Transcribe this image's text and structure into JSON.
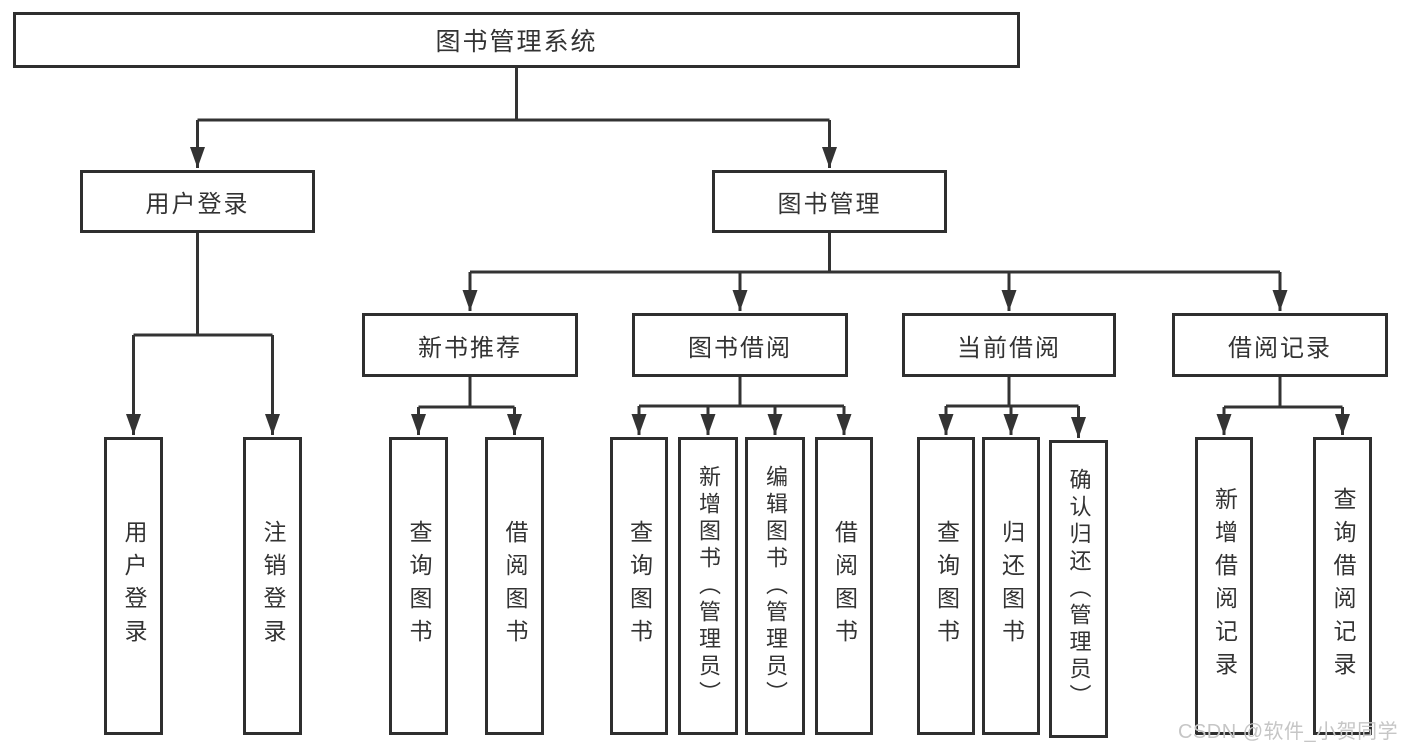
{
  "tree": {
    "root": "图书管理系统",
    "branches": [
      {
        "label": "用户登录",
        "leaves": [
          "用户登录",
          "注销登录"
        ]
      },
      {
        "label": "图书管理",
        "groups": [
          {
            "label": "新书推荐",
            "leaves": [
              "查询图书",
              "借阅图书"
            ]
          },
          {
            "label": "图书借阅",
            "leaves": [
              "查询图书",
              "新增图书（管理员）",
              "编辑图书（管理员）",
              "借阅图书"
            ]
          },
          {
            "label": "当前借阅",
            "leaves": [
              "查询图书",
              "归还图书",
              "确认归还（管理员）"
            ]
          },
          {
            "label": "借阅记录",
            "leaves": [
              "新增借阅记录",
              "查询借阅记录"
            ]
          }
        ]
      }
    ]
  },
  "watermark": "CSDN @软件_小贺同学",
  "colors": {
    "line": "#333333",
    "box_border": "#2f2f2f",
    "text": "#333333",
    "watermark": "#c6c6c6",
    "background": "#ffffff"
  }
}
